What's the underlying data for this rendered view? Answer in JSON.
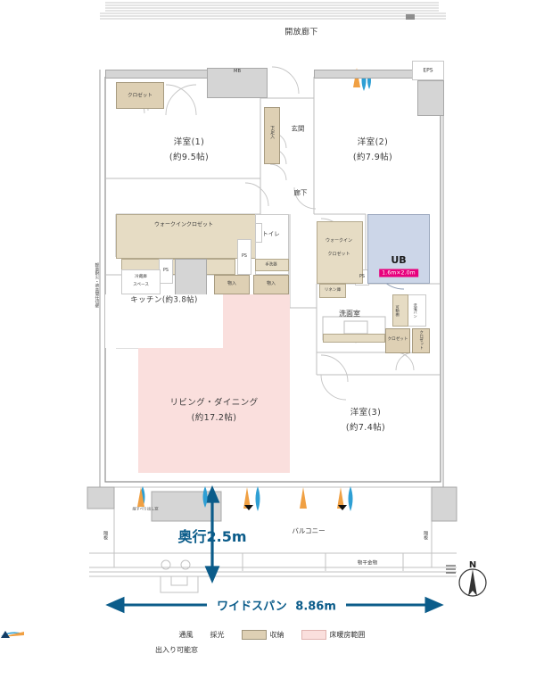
{
  "plan": {
    "title_areas": {
      "corridor": "開放廊下",
      "mb": "MB",
      "eps": "EPS",
      "closet_tl": "クロゼット",
      "room1": "洋室(1)",
      "room1_size": "(約9.5帖)",
      "room2": "洋室(2)",
      "room2_size": "(約7.9帖)",
      "room3": "洋室(3)",
      "room3_size": "(約7.4帖)",
      "entrance": "玄関",
      "shoebox": "下足入",
      "hallway": "廊下",
      "wic_left": "ウォークインクロゼット",
      "wic_right_1": "ウォークイン",
      "wic_right_2": "クロゼット",
      "toilet": "トイレ",
      "handwash": "手洗器",
      "ps1": "PS",
      "ps2": "PS",
      "ps3": "PS",
      "fridge_1": "冷蔵庫",
      "fridge_2": "スペース",
      "kitchen": "キッチン(約3.8帖)",
      "storage1": "物入",
      "storage2": "物入",
      "living": "リビング・ダイニング",
      "living_size": "(約17.2帖)",
      "ub": "UB",
      "ub_size": "1.6m×2.0m",
      "washroom": "洗面室",
      "linen": "リネン庫",
      "movable_shelf": "可動棚",
      "wash_pan": "洗濯パン",
      "closet_br": "クロゼット",
      "closet_br2": "クロゼット",
      "balcony": "バルコニー",
      "laundry_hanger": "物干金物",
      "partition_wall": "軽量耐火・遮音間仕切壁",
      "casement_window": "縦すべり出し窓",
      "divider_left": "隔板",
      "divider_right": "隔板"
    },
    "dimensions": {
      "depth": "奥行2.5m",
      "wide_span_label": "ワイドスパン",
      "wide_span_value": "8.86m"
    },
    "compass": {
      "north": "N"
    }
  },
  "legend": {
    "items": [
      {
        "key": "ventilation",
        "label": "通風",
        "color": "#2e9fd4"
      },
      {
        "key": "daylight",
        "label": "採光",
        "color": "#f0a043"
      },
      {
        "key": "storage",
        "label": "収納",
        "color": "#ded0b4"
      },
      {
        "key": "floor_heating",
        "label": "床暖房範囲",
        "color": "#fadfdd"
      }
    ],
    "exit_window": "出入り可能窓"
  }
}
